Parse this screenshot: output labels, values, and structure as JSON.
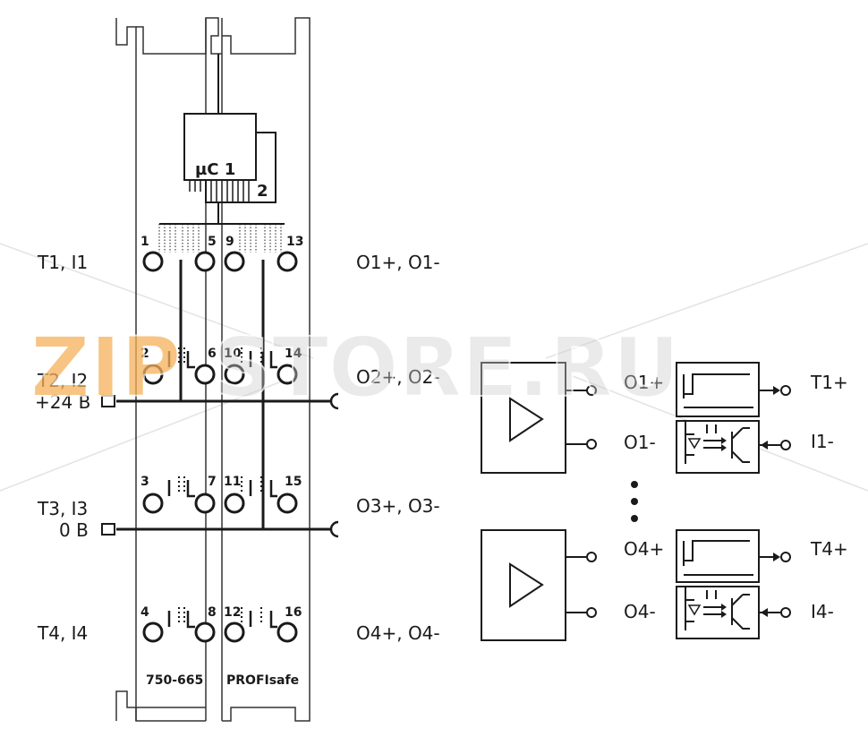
{
  "watermark": {
    "part1": "ZIP",
    "part2": "STORE.RU",
    "color1": "#f5b15a",
    "color2": "#cccccc"
  },
  "module": {
    "chip1_label": "µC 1",
    "chip2_label": "2",
    "footer_left": "750-665",
    "footer_right": "PROFIsafe",
    "terminal_numbers": [
      "1",
      "2",
      "3",
      "4",
      "5",
      "6",
      "7",
      "8",
      "9",
      "10",
      "11",
      "12",
      "13",
      "14",
      "15",
      "16"
    ]
  },
  "left_labels": {
    "row1": "T1, I1",
    "row2": "T2, I2",
    "supply_pos": "+24 B",
    "row3": "T3, I3",
    "supply_neg": "0 B",
    "row4": "T4, I4"
  },
  "right_labels": {
    "row1": "O1+, O1-",
    "row2": "O2+, O2-",
    "row3": "O3+, O3-",
    "row4": "O4+, O4-"
  },
  "schematic": {
    "o1_plus": "O1+",
    "o1_minus": "O1-",
    "o4_plus": "O4+",
    "o4_minus": "O4-",
    "t1_plus": "T1+",
    "i1_minus": "I1-",
    "t4_plus": "T4+",
    "i4_minus": "I4-"
  },
  "colors": {
    "line": "#1a1a1a",
    "background": "#ffffff",
    "terminal_fill": "#ffffff"
  }
}
